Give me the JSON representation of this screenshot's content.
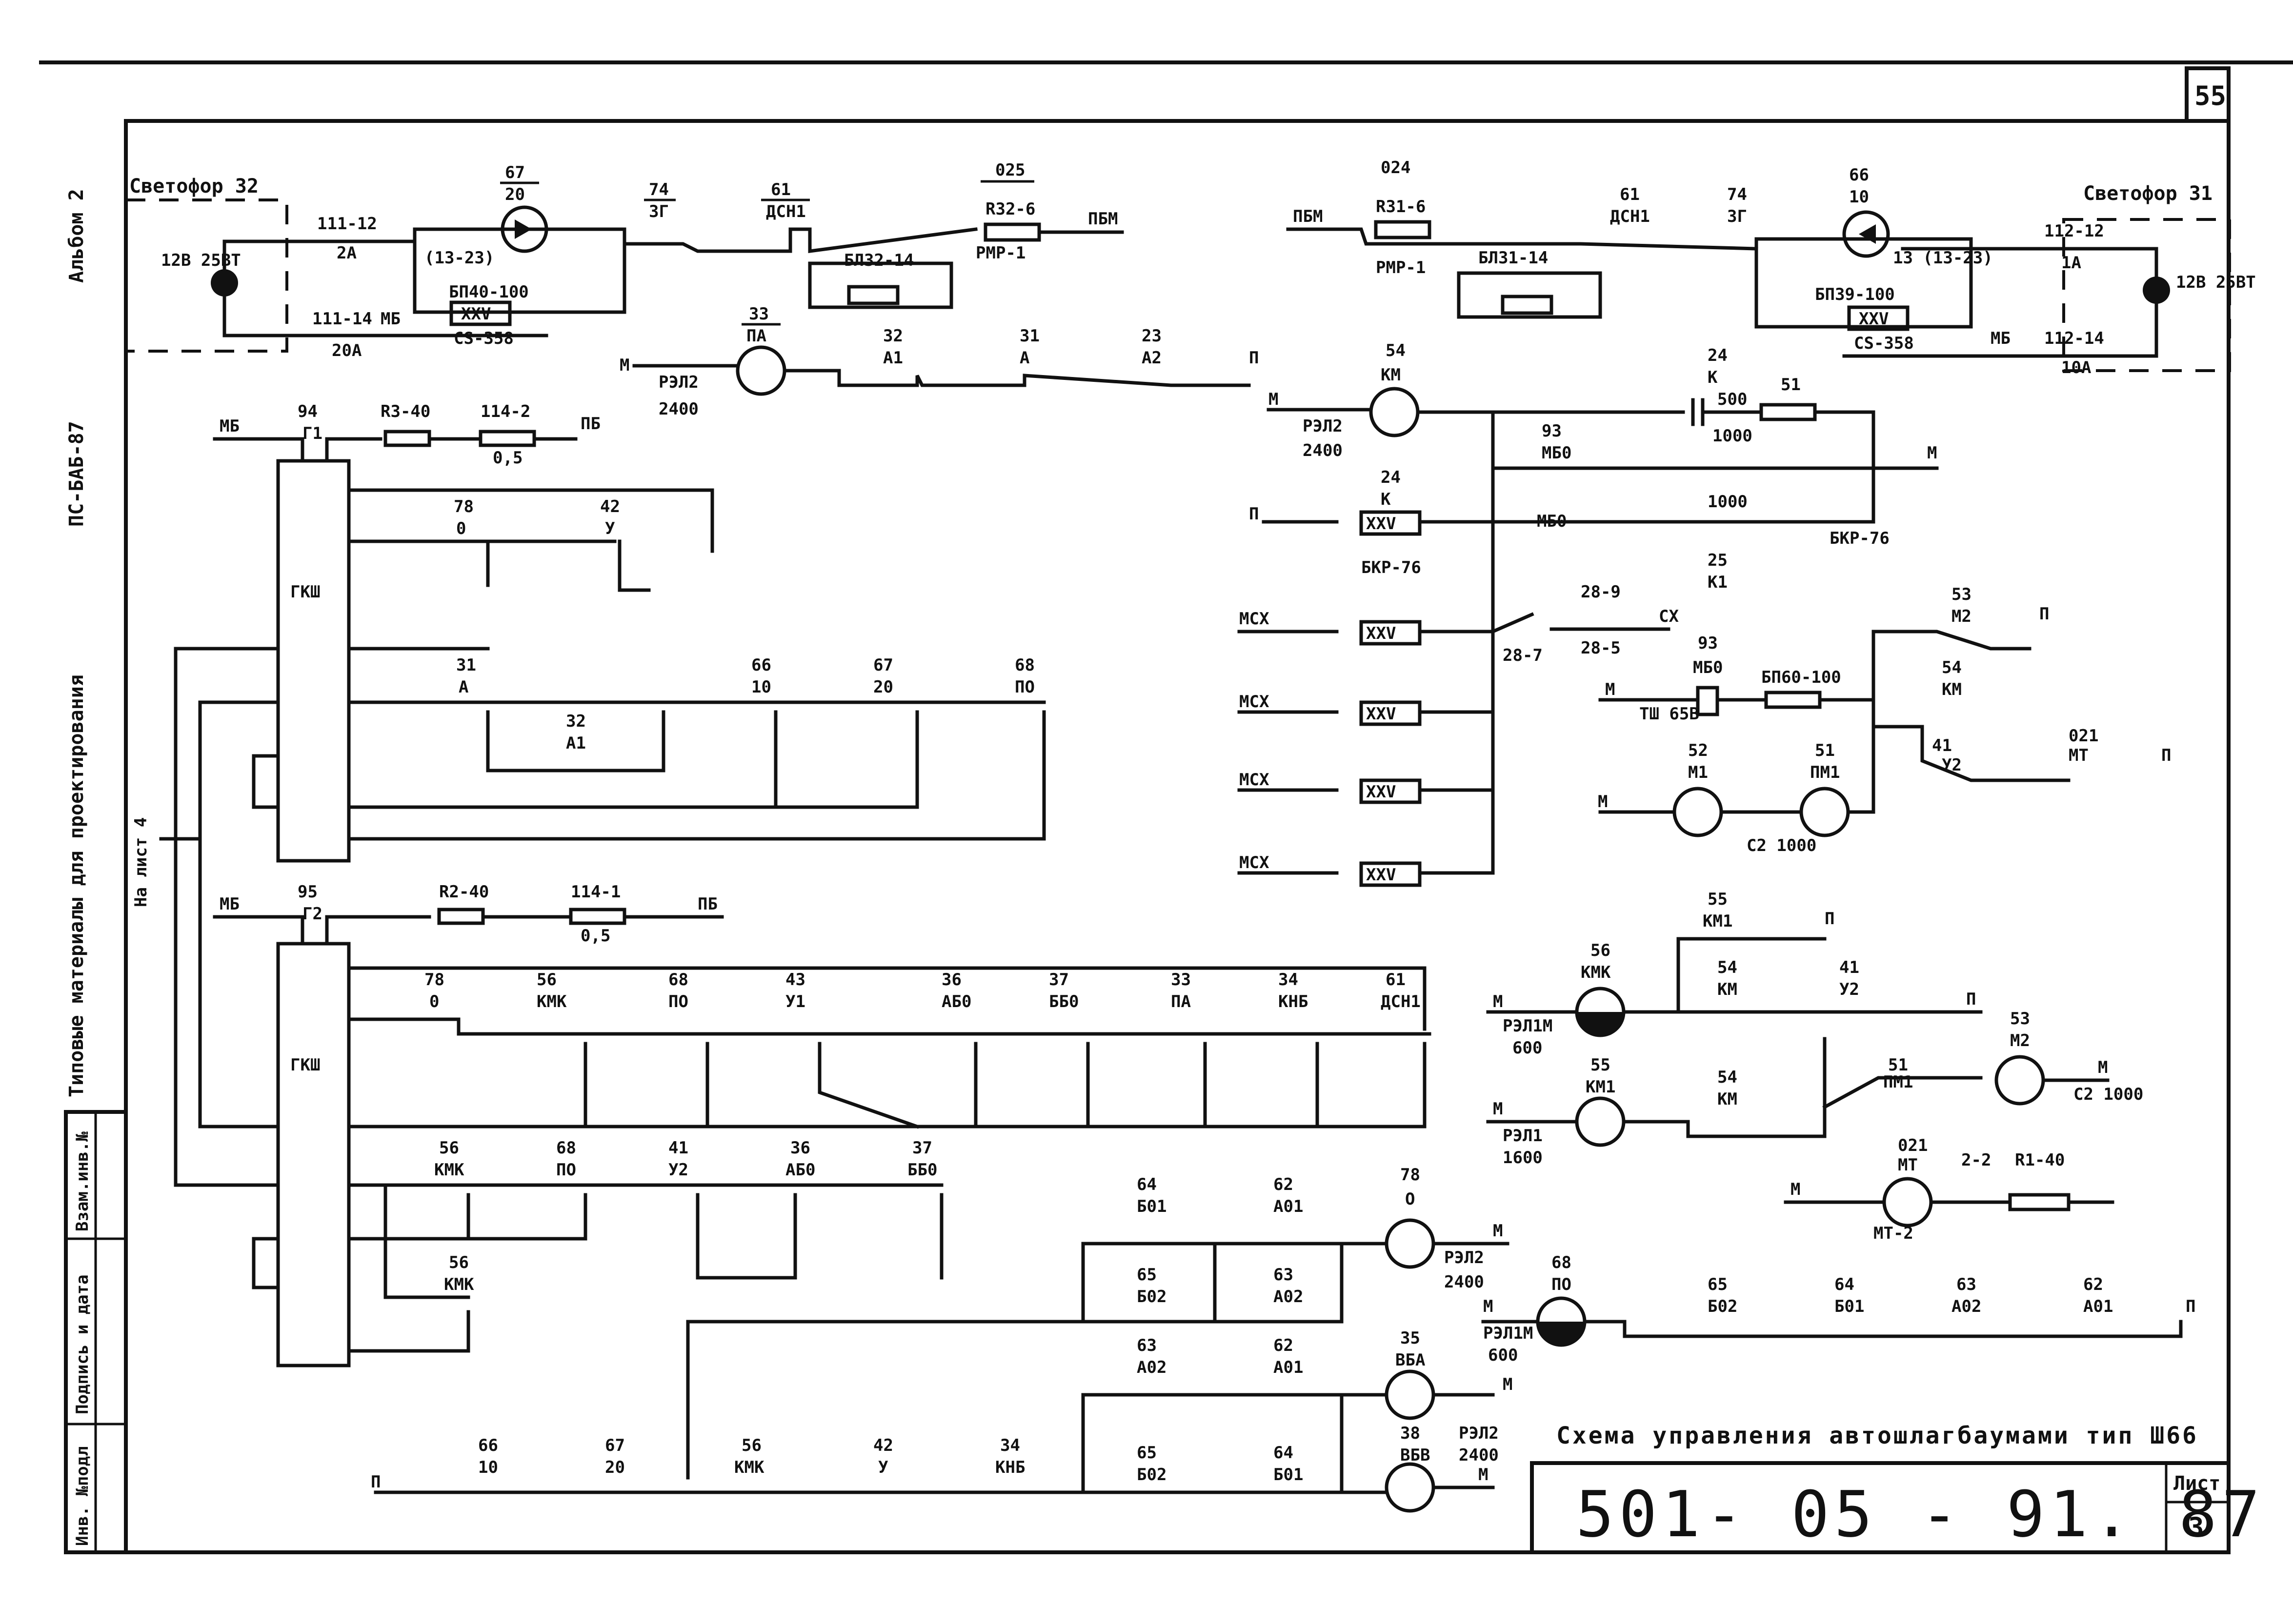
{
  "sheet": {
    "page_number": "55",
    "album": "Альбом 2",
    "series": "ПС-БАБ-87",
    "margin_title": "Типовые материалы для проектирования",
    "drawing_title": "Схема управления автошлагбаумами тип Ш66",
    "doc_code": "501- 05 - 91. 87",
    "sheet_label": "Лист",
    "sheet_number": "3",
    "stamp_labels": [
      "Инв. №подл",
      "Подпись и дата",
      "Взам.инв.№"
    ],
    "na_list": "На лист 4"
  },
  "labels": {
    "svetofor32": "Светофор 32",
    "svetofor31": "Светофор 31",
    "gksh": "ГКШ",
    "lamp_left": "12В 25ВТ",
    "lamp_right": "12В 25ВТ",
    "m": "М",
    "p": "П",
    "mb": "МБ",
    "pb": "ПБ",
    "pbm": "ПБМ",
    "msx": "МСХ",
    "sx": "СХ"
  },
  "relays": {
    "g1": {
      "num": "94",
      "name": "Г1"
    },
    "g2": {
      "num": "95",
      "name": "Г2"
    },
    "pa": {
      "num": "33",
      "name": "ПА",
      "type": "РЭЛ2 2400"
    },
    "km": {
      "num": "54",
      "name": "КМ",
      "type": "РЭЛ2 2400"
    },
    "kmk": {
      "num": "56",
      "name": "КМК",
      "type": "РЭЛ1М 600"
    },
    "km1": {
      "num": "55",
      "name": "КМ1",
      "type": "РЭЛ1 1600"
    },
    "po": {
      "num": "68",
      "name": "ПО",
      "type": "РЭЛ1М 600"
    },
    "o": {
      "num": "78",
      "name": "О",
      "type": "РЭЛ2 2400"
    },
    "vba": {
      "num": "35",
      "name": "ВБА"
    },
    "vbb": {
      "num": "38",
      "name": "ВБВ",
      "type": "РЭЛ2 2400"
    },
    "m2": {
      "num": "53",
      "name": "М2"
    },
    "mt": {
      "num": "021",
      "name": "МТ",
      "type": "МТ-2"
    }
  },
  "elements": {
    "r3": "R3-40",
    "r2": "R2-40",
    "r1": "R1-40",
    "r4_2": "114-2",
    "r4_1": "114-1",
    "r05": "0,5",
    "c1": "500",
    "c1b": "1000",
    "c1c": "1000",
    "c2": "С2 1000",
    "rmr": "РМР-1",
    "bl32": "БЛ32-14",
    "bl31": "БЛ31-14",
    "bp40": "БП40-100",
    "bp39": "БП39-100",
    "bp60": "БП60-100",
    "cs358": "CS-358",
    "bkr76": "БКР-76",
    "tsh": "ТШ 65В",
    "xxv": "XXV"
  },
  "wires": {
    "w1": "111-12",
    "w2": "2А",
    "w3": "111-14",
    "w4": "20А",
    "w5": "112-12",
    "w6": "1А",
    "w7": "112-14",
    "w8": "10А",
    "s289": "28-9",
    "s285": "28-5",
    "s287": "28-7",
    "tap": "2-2"
  }
}
